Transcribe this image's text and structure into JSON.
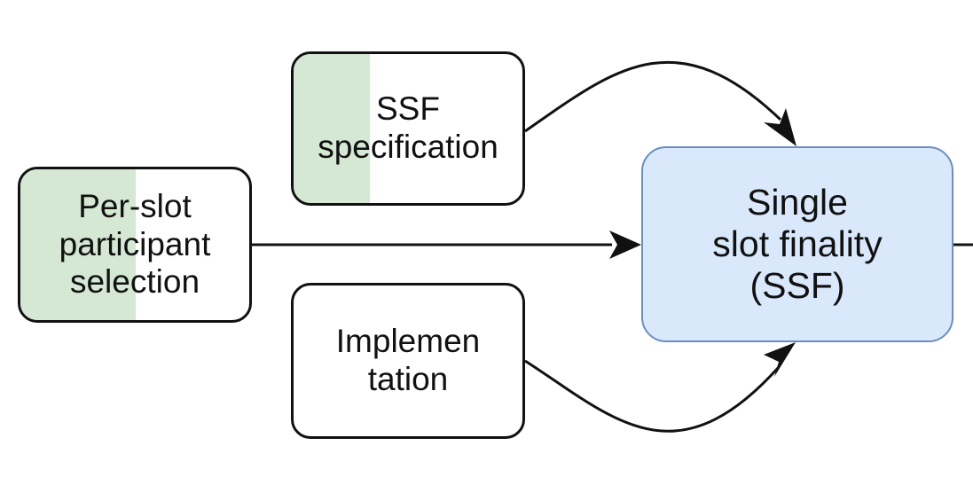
{
  "colors": {
    "stroke": "#111111",
    "progress_fill": "#d5e8d4",
    "ssf_fill": "#dae8fc",
    "ssf_border": "#6c8ebf"
  },
  "nodes": {
    "ssf_specification": {
      "label": "SSF\nspecification",
      "progress_fraction": 0.33
    },
    "per_slot_selection": {
      "label": "Per-slot\nparticipant\nselection",
      "progress_fraction": 0.5
    },
    "implementation": {
      "label": "Implemen\ntation",
      "progress_fraction": 0
    },
    "single_slot_finality": {
      "label": "Single\nslot finality\n(SSF)"
    }
  }
}
